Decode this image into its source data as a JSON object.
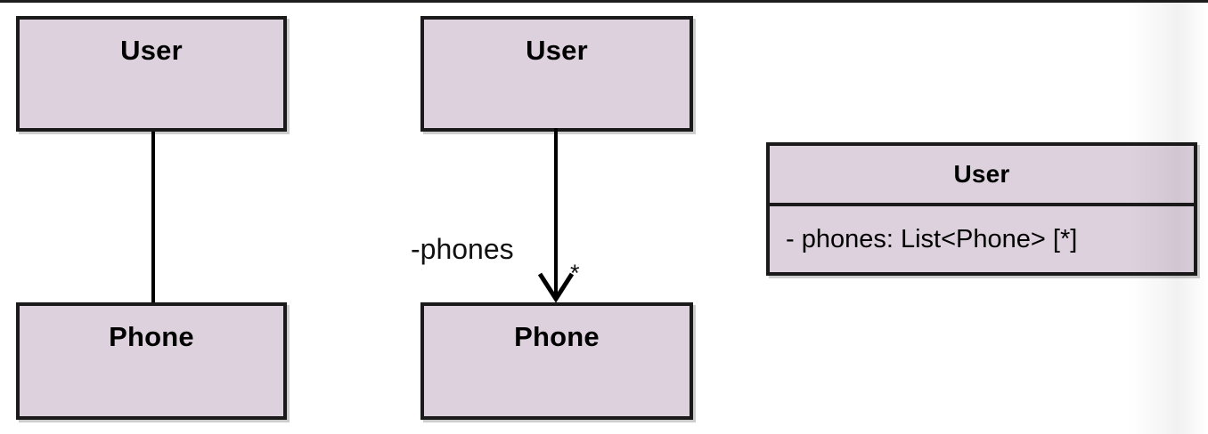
{
  "diagram": {
    "type": "uml-class-diagram",
    "background_color": "#ffffff",
    "box_fill_color": "#ded1de",
    "box_border_color": "#1a1a1a",
    "text_color": "#000000"
  },
  "group_plain_association": {
    "source_class": "User",
    "target_class": "Phone",
    "connector": "plain-line"
  },
  "group_directed_association": {
    "source_class": "User",
    "target_class": "Phone",
    "connector": "open-arrow",
    "role_label": "-phones",
    "multiplicity": "*"
  },
  "group_attribute_form": {
    "class_name": "User",
    "attributes": [
      "- phones: List<Phone> [*]"
    ]
  }
}
